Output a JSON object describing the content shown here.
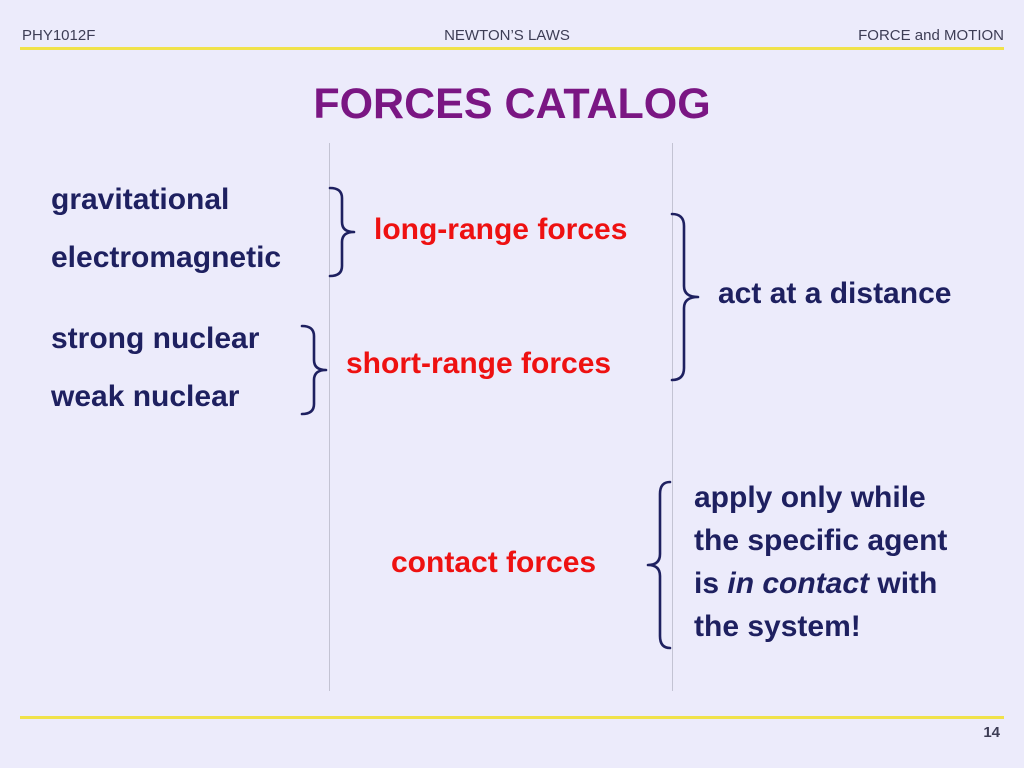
{
  "header": {
    "course": "PHY1012F",
    "topic": "NEWTON’S LAWS",
    "section": "FORCE and MOTION"
  },
  "title": "FORCES CATALOG",
  "left_column": {
    "gravitational": "gravitational",
    "electromagnetic": "electromagnetic",
    "strong_nuclear": "strong nuclear",
    "weak_nuclear": "weak nuclear"
  },
  "middle_column": {
    "long_range": "long-range forces",
    "short_range": "short-range forces",
    "contact": "contact forces"
  },
  "right_column": {
    "act_at_distance": "act at a distance",
    "contact_description": {
      "line1": "apply only while",
      "line2": "the specific agent",
      "line3_pre": "is ",
      "line3_em": "in contact",
      "line3_post": " with",
      "line4": "the system!"
    }
  },
  "colors": {
    "title": "#7a1683",
    "body_text": "#1e2060",
    "highlight": "#ee1111",
    "rule": "#f0e24a",
    "background": "#ecebfb"
  },
  "footer": {
    "page_number": "14"
  }
}
